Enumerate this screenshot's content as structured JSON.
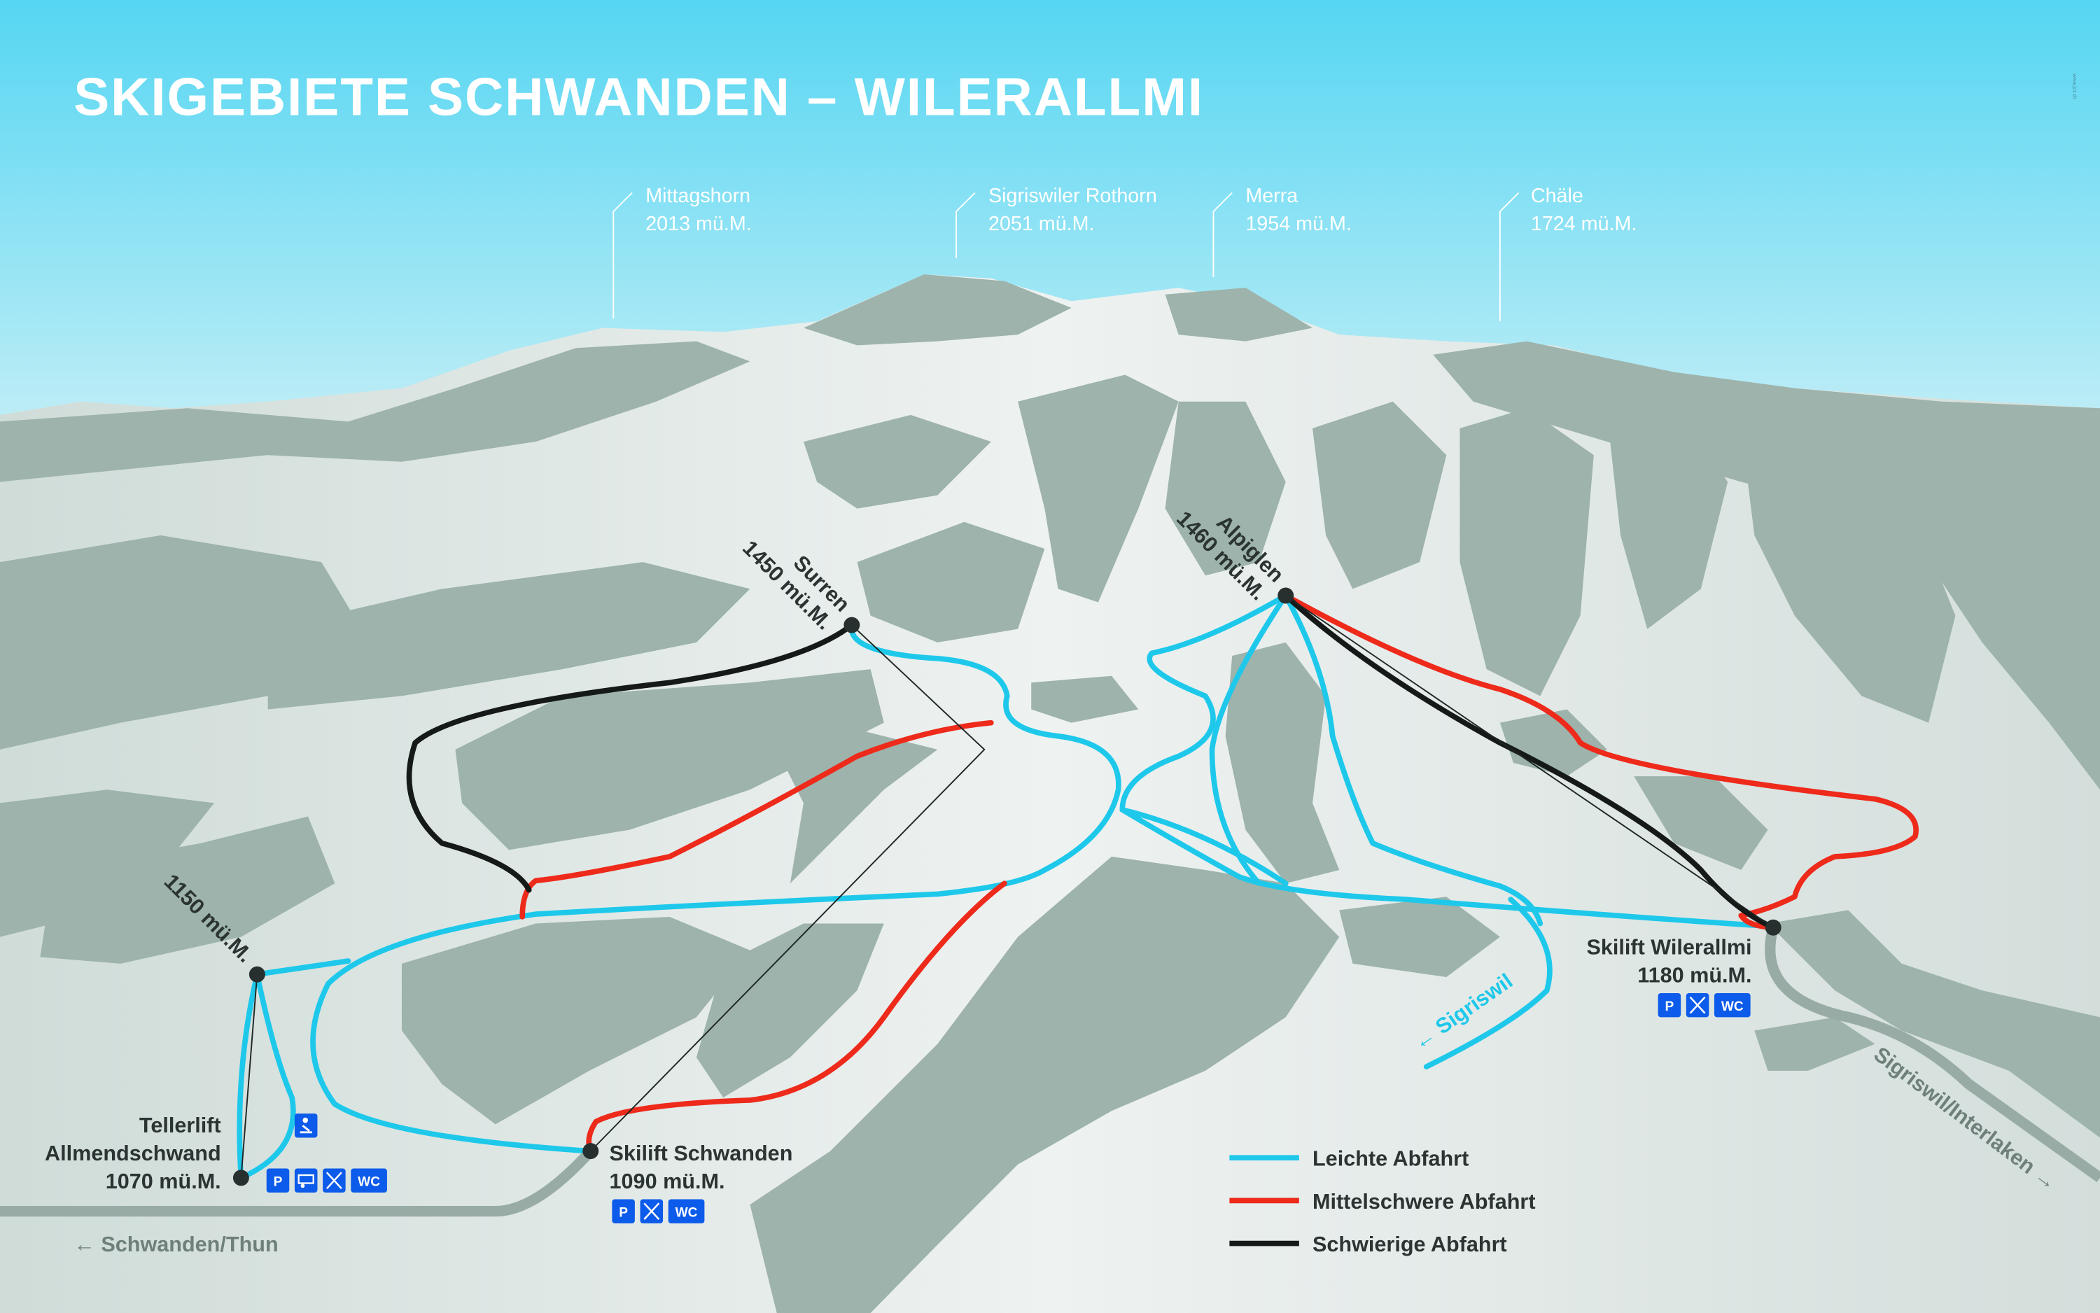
{
  "title": "SKIGEBIETE SCHWANDEN – WILERALLMI",
  "credit": "www.jot.ch",
  "peaks": [
    {
      "name": "Mittagshorn",
      "altitude": "2013 mü.M."
    },
    {
      "name": "Sigriswiler Rothorn",
      "altitude": "2051 mü.M."
    },
    {
      "name": "Merra",
      "altitude": "1954 mü.M."
    },
    {
      "name": "Chäle",
      "altitude": "1724 mü.M."
    }
  ],
  "stations": {
    "surren": {
      "name": "Surren",
      "altitude": "1450 mü.M."
    },
    "alpiglen": {
      "name": "Alpiglen",
      "altitude": "1460 mü.M."
    },
    "teller_top": {
      "altitude": "1150 mü.M."
    },
    "tellerlift": {
      "name_line1": "Tellerlift",
      "name_line2": "Allmendschwand",
      "altitude": "1070 mü.M.",
      "services": [
        "P",
        "bus",
        "restaurant",
        "WC"
      ],
      "extra": "sled"
    },
    "schwanden": {
      "name": "Skilift Schwanden",
      "altitude": "1090 mü.M.",
      "services": [
        "P",
        "restaurant",
        "WC"
      ]
    },
    "wilerallmi": {
      "name": "Skilift Wilerallmi",
      "altitude": "1180 mü.M.",
      "services": [
        "P",
        "restaurant",
        "WC"
      ]
    }
  },
  "icons": {
    "parking": "P",
    "wc": "WC"
  },
  "roads": {
    "west": "← Schwanden/Thun",
    "east": "Sigriswil/Interlaken →",
    "sigriswil": "← Sigriswil"
  },
  "legend": [
    {
      "label": "Leichte Abfahrt",
      "color": "#1ec8ea"
    },
    {
      "label": "Mittelschwere Abfahrt",
      "color": "#ee2a1b"
    },
    {
      "label": "Schwierige Abfahrt",
      "color": "#151a19"
    }
  ],
  "colors": {
    "easy": "#1ec8ea",
    "medium": "#ee2a1b",
    "hard": "#151a19",
    "service": "#0c5bea"
  }
}
